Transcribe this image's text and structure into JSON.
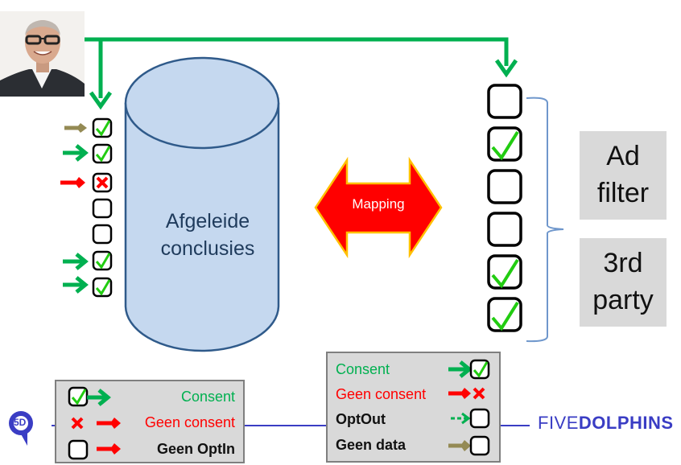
{
  "diagram": {
    "person_photo": "person-photo",
    "database": {
      "label_line1": "Afgeleide",
      "label_line2": "conclusies",
      "fill": "#c5d8ef",
      "stroke": "#2f5a8a"
    },
    "mapping_arrow": {
      "label": "Mapping",
      "fill": "#ff0000",
      "stroke": "#ffc000"
    },
    "left_checkboxes": [
      {
        "state": "checked",
        "arrow": "olive-diamond"
      },
      {
        "state": "checked",
        "arrow": "green-arrow"
      },
      {
        "state": "crossed",
        "arrow": "red-diamond"
      },
      {
        "state": "empty",
        "arrow": "none"
      },
      {
        "state": "empty",
        "arrow": "none"
      },
      {
        "state": "checked",
        "arrow": "green-arrow"
      },
      {
        "state": "checked",
        "arrow": "green-arrow"
      }
    ],
    "right_checkboxes": [
      {
        "state": "empty"
      },
      {
        "state": "checked"
      },
      {
        "state": "empty"
      },
      {
        "state": "empty"
      },
      {
        "state": "checked"
      },
      {
        "state": "checked"
      }
    ],
    "targets": {
      "ad_filter_line1": "Ad",
      "ad_filter_line2": "filter",
      "third_party_line1": "3rd",
      "third_party_line2": "party"
    },
    "legend_left": {
      "items": [
        {
          "label": "Consent",
          "color": "#00b050",
          "symbol": "checked-box-green-arrow"
        },
        {
          "label": "Geen consent",
          "color": "#ff0000",
          "symbol": "cross-red-diamond"
        },
        {
          "label": "Geen OptIn",
          "color": "#111111",
          "symbol": "empty-box-red-diamond"
        }
      ]
    },
    "legend_right": {
      "items": [
        {
          "label": "Consent",
          "color": "#00b050",
          "symbol": "green-arrow-checked-box"
        },
        {
          "label": "Geen consent",
          "color": "#ff0000",
          "symbol": "red-diamond-cross"
        },
        {
          "label": "OptOut",
          "color": "#111111",
          "symbol": "dashed-green-arrow-empty-box"
        },
        {
          "label": "Geen data",
          "color": "#111111",
          "symbol": "olive-diamond-empty-box"
        }
      ]
    },
    "brand": {
      "name_light": "FIVE",
      "name_bold": "DOLPHINS",
      "logo_text": "5D",
      "color": "#3a3dc4"
    },
    "colors": {
      "green": "#00b050",
      "red": "#ff0000",
      "olive": "#948a54",
      "bracket": "#6f97cc"
    }
  }
}
